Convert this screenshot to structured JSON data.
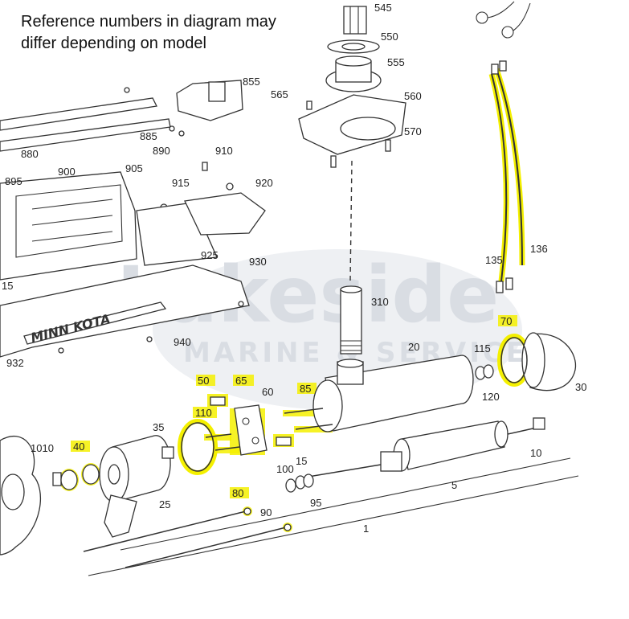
{
  "note": {
    "line1": "Reference numbers in diagram may",
    "line2": "differ depending on model"
  },
  "watermark": {
    "brand": "Lakeside",
    "tagline": "MARINE & SERVICE"
  },
  "motor_text": "MINN KOTA",
  "colors": {
    "highlight": "#f4f000",
    "line": "#333333",
    "watermark": "#d9dde3"
  },
  "labels": {
    "p545": "545",
    "p550": "550",
    "p555": "555",
    "p855": "855",
    "p565": "565",
    "p560": "560",
    "p570": "570",
    "p880": "880",
    "p885": "885",
    "p890": "890",
    "p910": "910",
    "p895": "895",
    "p900": "900",
    "p905": "905",
    "p915": "915",
    "p920": "920",
    "p925": "925",
    "p930": "930",
    "p15a": "15",
    "p135": "135",
    "p136": "136",
    "p310": "310",
    "p940": "940",
    "p932": "932",
    "p70": "70",
    "p20": "20",
    "p115": "115",
    "p30": "30",
    "p120": "120",
    "p50": "50",
    "p65": "65",
    "p60": "60",
    "p85": "85",
    "p110": "110",
    "p35": "35",
    "p1010": "1010",
    "p40": "40",
    "p100": "100",
    "p15b": "15",
    "p95": "95",
    "p10": "10",
    "p5": "5",
    "p25": "25",
    "p80": "80",
    "p90": "90",
    "p1": "1"
  }
}
